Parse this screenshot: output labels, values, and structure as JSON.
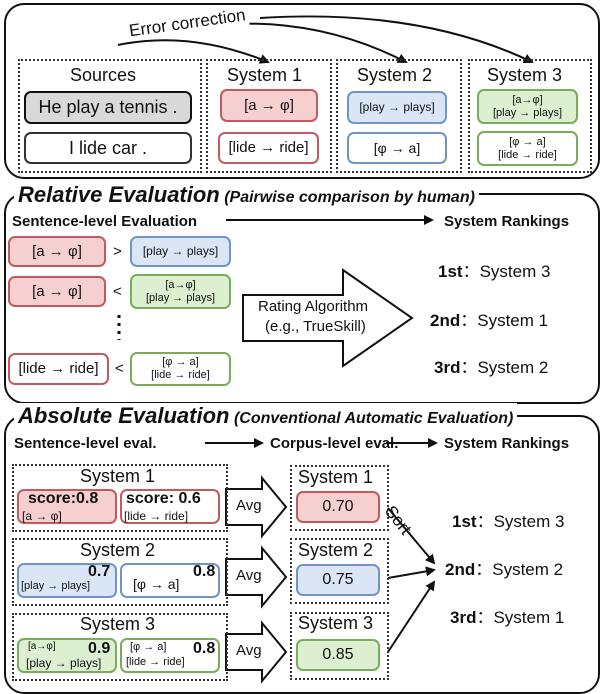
{
  "top": {
    "error_correction_label": "Error correction",
    "sources_label": "Sources",
    "source_1": "He play a tennis .",
    "source_2": "I lide car .",
    "system1_label": "System 1",
    "system2_label": "System 2",
    "system3_label": "System 3",
    "s1_edit1": "[a → φ]",
    "s1_edit2": "[lide → ride]",
    "s2_edit1": "[play → plays]",
    "s2_edit2": "[φ → a]",
    "s3_edit1_line1": "[a→φ]",
    "s3_edit1_line2": "[play → plays]",
    "s3_edit2_line1": "[φ → a]",
    "s3_edit2_line2": "[lide → ride]"
  },
  "relative": {
    "title": "Relative Evaluation",
    "subtitle": "(Pairwise comparison by human)",
    "sentence_level_label": "Sentence-level Evaluation",
    "system_rankings_label": "System Rankings",
    "pair1_left": "[a → φ]",
    "pair1_op": ">",
    "pair1_right": "[play → plays]",
    "pair2_left": "[a → φ]",
    "pair2_op": "<",
    "pair2_right_line1": "[a→φ]",
    "pair2_right_line2": "[play → plays]",
    "pair3_left": "[lide → ride]",
    "pair3_op": "<",
    "pair3_right_line1": "[φ → a]",
    "pair3_right_line2": "[lide → ride]",
    "algorithm_line1": "Rating Algorithm",
    "algorithm_line2": "(e.g., TrueSkill)",
    "rank1_label": "1st",
    "rank1_value": "：System 3",
    "rank2_label": "2nd",
    "rank2_value": "：System 1",
    "rank3_label": "3rd",
    "rank3_value": "：System 2"
  },
  "absolute": {
    "title": "Absolute Evaluation",
    "subtitle": "(Conventional Automatic Evaluation)",
    "sentence_level_label": "Sentence-level eval.",
    "corpus_level_label": "Corpus-level eval.",
    "system_rankings_label": "System Rankings",
    "system1_label": "System 1",
    "system2_label": "System 2",
    "system3_label": "System 3",
    "s1_box1_score": "score:0.8",
    "s1_box1_edit": "[a → φ]",
    "s1_box2_score": "score: 0.6",
    "s1_box2_edit": "[lide → ride]",
    "s2_box1_score": "0.7",
    "s2_box1_edit": "[play → plays]",
    "s2_box2_score": "0.8",
    "s2_box2_edit": "[φ → a]",
    "s3_box1_score": "0.9",
    "s3_box1_line1": "[a→φ]",
    "s3_box1_line2": "[play → plays]",
    "s3_box2_score": "0.8",
    "s3_box2_line1": "[φ → a]",
    "s3_box2_line2": "[lide → ride]",
    "avg_label": "Avg",
    "corpus1_label": "System 1",
    "corpus1_value": "0.70",
    "corpus2_label": "System 2",
    "corpus2_value": "0.75",
    "corpus3_label": "System 3",
    "corpus3_value": "0.85",
    "sort_label": "Sort",
    "rank1_label": "1st",
    "rank1_value": "：System 3",
    "rank2_label": "2nd",
    "rank2_value": "：System 2",
    "rank3_label": "3rd",
    "rank3_value": "：System 1"
  },
  "colors": {
    "red": "#f6cfd0",
    "blue": "#dae6f6",
    "green": "#dcefd0",
    "gray": "#d9d9d9"
  }
}
